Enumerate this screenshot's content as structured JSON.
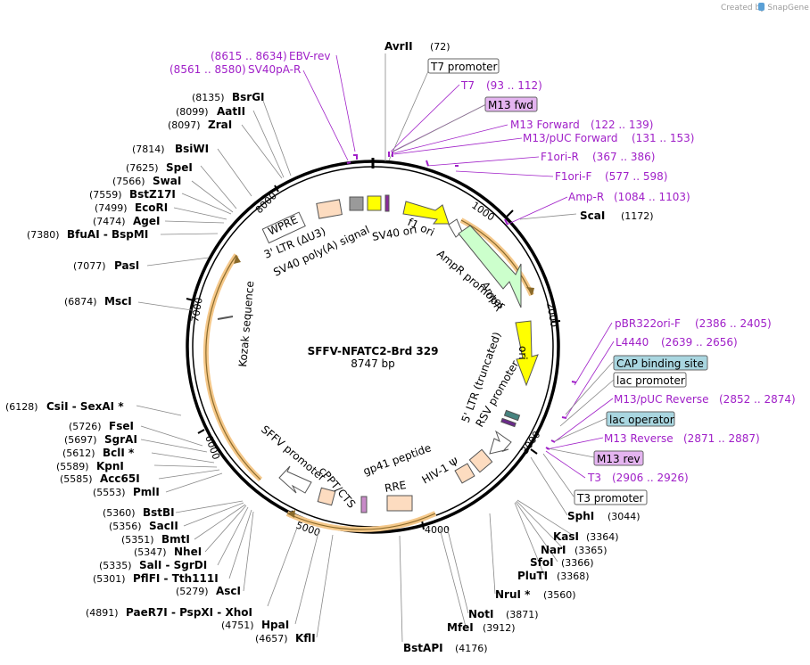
{
  "credit": "Created by SnapGene",
  "plasmid": {
    "name": "SFFV-NFATC2-Brd 329",
    "size_label": "8747 bp"
  },
  "scale_ticks": [
    "1000",
    "2000",
    "3000",
    "4000",
    "5000",
    "6000",
    "7000",
    "8000"
  ],
  "enzymes": [
    {
      "name": "AvrII",
      "pos": "(72)"
    },
    {
      "name": "BsrGI",
      "pos": "(8135)"
    },
    {
      "name": "AatII",
      "pos": "(8099)"
    },
    {
      "name": "ZraI",
      "pos": "(8097)"
    },
    {
      "name": "BsiWI",
      "pos": "(7814)"
    },
    {
      "name": "SpeI",
      "pos": "(7625)"
    },
    {
      "name": "SwaI",
      "pos": "(7566)"
    },
    {
      "name": "BstZ17I",
      "pos": "(7559)"
    },
    {
      "name": "EcoRI",
      "pos": "(7499)"
    },
    {
      "name": "AgeI",
      "pos": "(7474)"
    },
    {
      "name": "BfuAI  -  BspMI",
      "pos": "(7380)"
    },
    {
      "name": "PasI",
      "pos": "(7077)"
    },
    {
      "name": "MscI",
      "pos": "(6874)"
    },
    {
      "name": "CsiI  -  SexAI *",
      "pos": "(6128)"
    },
    {
      "name": "FseI",
      "pos": "(5726)"
    },
    {
      "name": "SgrAI",
      "pos": "(5697)"
    },
    {
      "name": "BclI *",
      "pos": "(5612)"
    },
    {
      "name": "KpnI",
      "pos": "(5589)"
    },
    {
      "name": "Acc65I",
      "pos": "(5585)"
    },
    {
      "name": "PmlI",
      "pos": "(5553)"
    },
    {
      "name": "BstBI",
      "pos": "(5360)"
    },
    {
      "name": "SacII",
      "pos": "(5356)"
    },
    {
      "name": "BmtI",
      "pos": "(5351)"
    },
    {
      "name": "NheI",
      "pos": "(5347)"
    },
    {
      "name": "SalI  -  SgrDI",
      "pos": "(5335)"
    },
    {
      "name": "PflFI  -  Tth111I",
      "pos": "(5301)"
    },
    {
      "name": "AscI",
      "pos": "(5279)"
    },
    {
      "name": "PaeR7I  -  PspXI  -  XhoI",
      "pos": "(4891)"
    },
    {
      "name": "HpaI",
      "pos": "(4751)"
    },
    {
      "name": "KflI",
      "pos": "(4657)"
    },
    {
      "name": "BstAPI",
      "pos": "(4176)"
    },
    {
      "name": "MfeI",
      "pos": "(3912)"
    },
    {
      "name": "NotI",
      "pos": "(3871)"
    },
    {
      "name": "NruI *",
      "pos": "(3560)"
    },
    {
      "name": "PluTI",
      "pos": "(3368)"
    },
    {
      "name": "SfoI",
      "pos": "(3366)"
    },
    {
      "name": "NarI",
      "pos": "(3365)"
    },
    {
      "name": "KasI",
      "pos": "(3364)"
    },
    {
      "name": "SphI",
      "pos": "(3044)"
    },
    {
      "name": "ScaI",
      "pos": "(1172)"
    }
  ],
  "primers_purple": [
    {
      "name": "EBV-rev",
      "pos": "(8615 .. 8634)"
    },
    {
      "name": "SV40pA-R",
      "pos": "(8561 .. 8580)"
    },
    {
      "name": "T7",
      "pos": "(93 .. 112)"
    },
    {
      "name": "M13 Forward",
      "pos": "(122 .. 139)"
    },
    {
      "name": "M13/pUC Forward",
      "pos": "(131 .. 153)"
    },
    {
      "name": "F1ori-R",
      "pos": "(367 .. 386)"
    },
    {
      "name": "F1ori-F",
      "pos": "(577 .. 598)"
    },
    {
      "name": "Amp-R",
      "pos": "(1084 .. 1103)"
    },
    {
      "name": "pBR322ori-F",
      "pos": "(2386 .. 2405)"
    },
    {
      "name": "L4440",
      "pos": "(2639 .. 2656)"
    },
    {
      "name": "M13/pUC Reverse",
      "pos": "(2852 .. 2874)"
    },
    {
      "name": "M13 Reverse",
      "pos": "(2871 .. 2887)"
    },
    {
      "name": "T3",
      "pos": "(2906 .. 2926)"
    }
  ],
  "boxed_labels": {
    "t7_promoter": "T7 promoter",
    "m13_fwd": "M13 fwd",
    "cap_binding_site": "CAP binding site",
    "lac_promoter": "lac promoter",
    "lac_operator": "lac operator",
    "m13_rev": "M13 rev",
    "t3_promoter": "T3 promoter"
  },
  "inner_features": {
    "wpre": "WPRE",
    "ltr3": "3' LTR (ΔU3)",
    "sv40polya": "SV40 poly(A) signal",
    "sv40ori": "SV40 ori",
    "f1ori": "f1 ori",
    "ampr_promoter": "AmpR promoter",
    "ampr": "AmpR",
    "ori": "ori",
    "ltr5": "5' LTR (truncated)",
    "rsv": "RSV promoter",
    "hiv_psi": "HIV-1 Ψ",
    "rre": "RRE",
    "gp41": "gp41 peptide",
    "cppt": "cPPT/CTS",
    "sffv": "SFFV promoter",
    "kozak": "Kozak sequence"
  },
  "colors": {
    "primer": "#a020c8",
    "orf_orange": "#f5a623",
    "ori_yellow": "#ffff00",
    "ampr_green": "#ccffcc",
    "peach": "#fddcc0",
    "highlight_purple": "#e4b4f0",
    "highlight_teal": "#a9d6e0"
  }
}
